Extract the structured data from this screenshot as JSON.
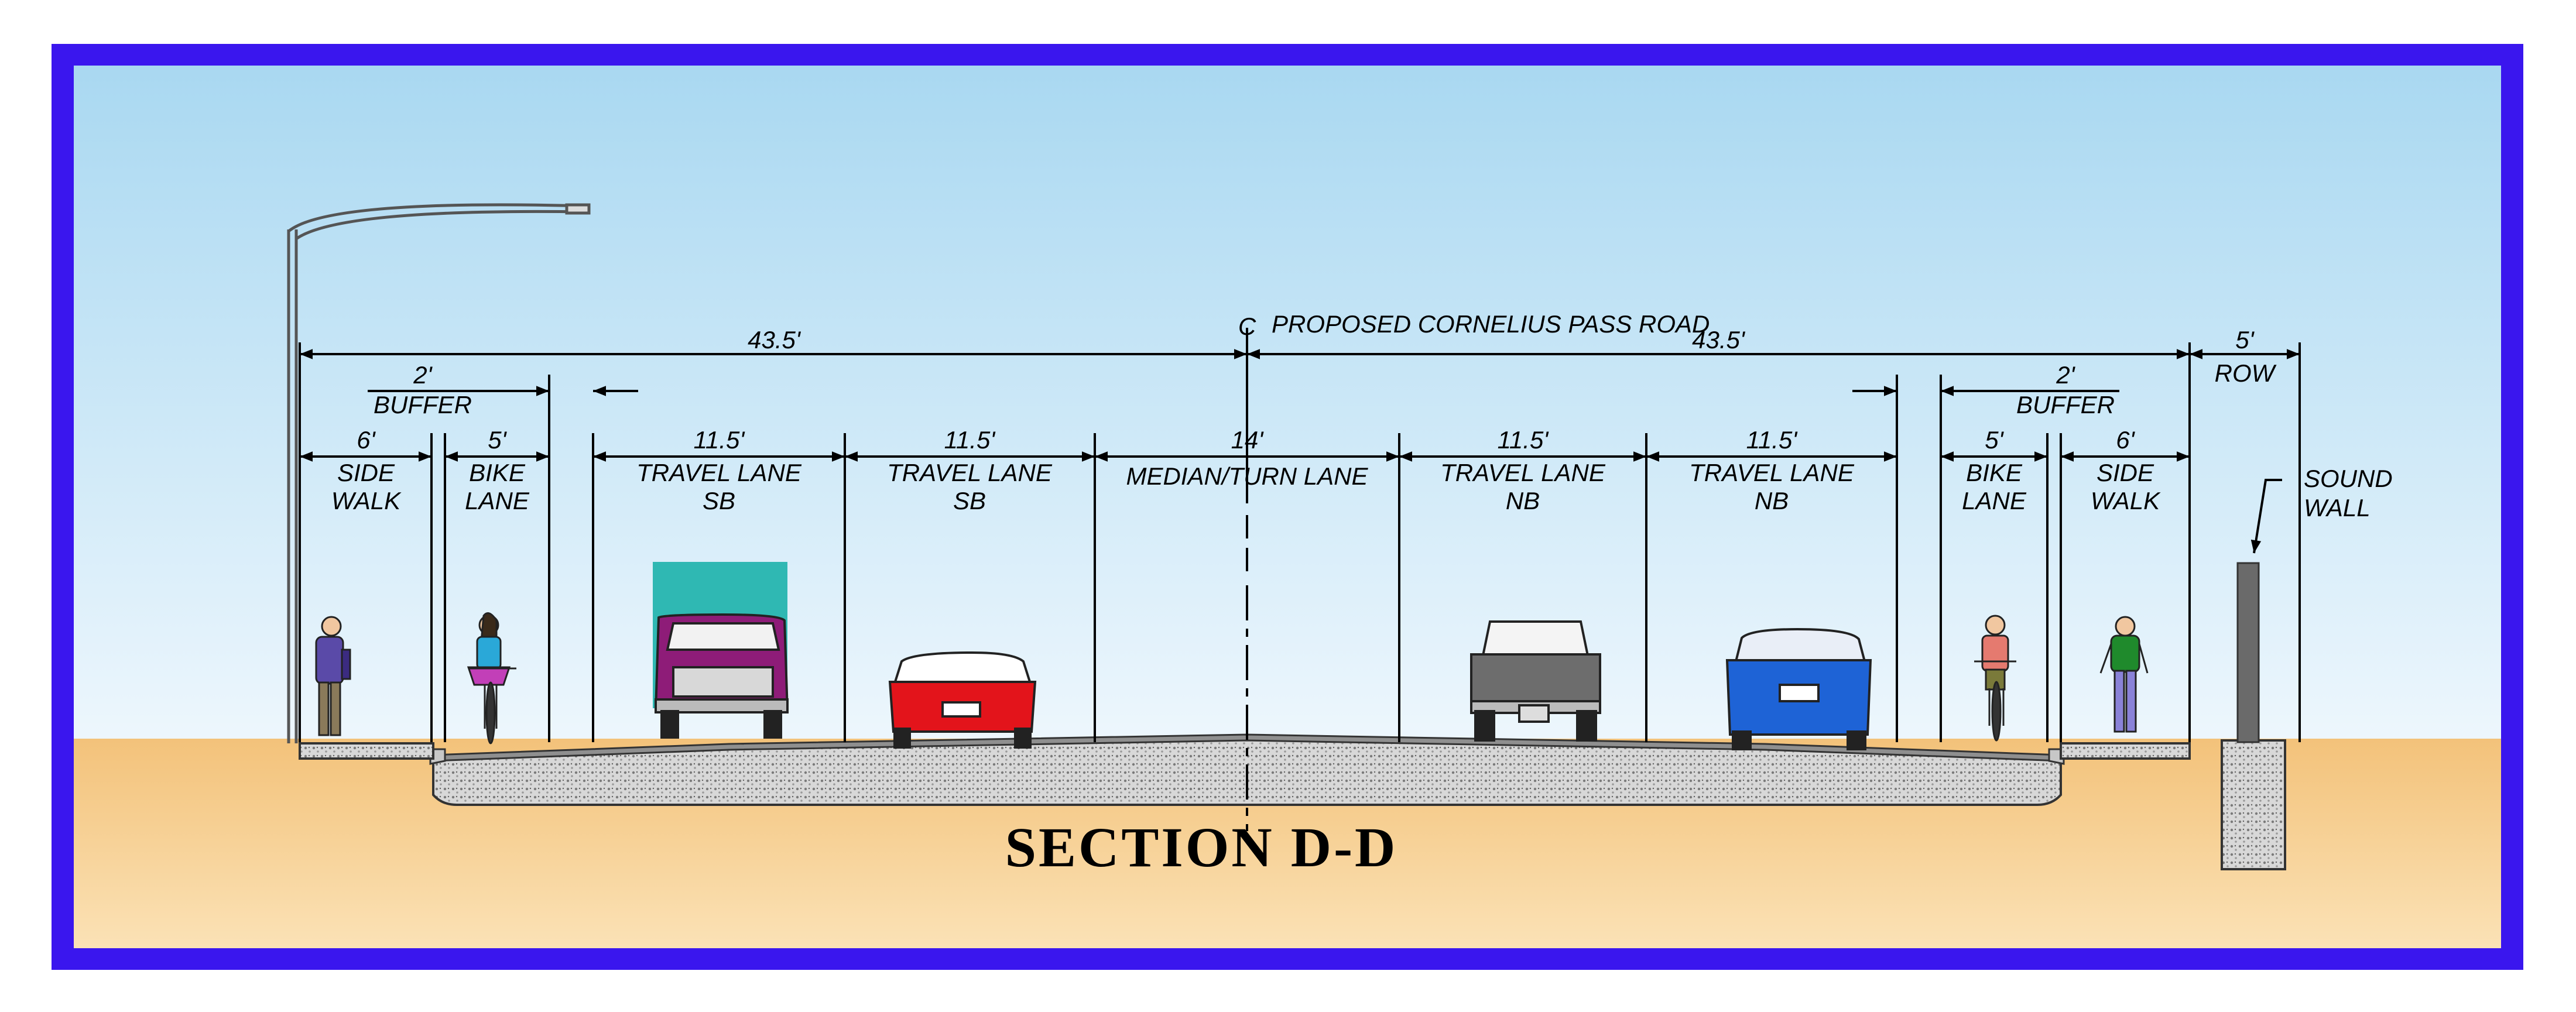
{
  "title": "SECTION D-D",
  "centerline": {
    "symbol": "C",
    "label": "PROPOSED CORNELIUS PASS ROAD"
  },
  "half_widths": {
    "left": "43.5'",
    "right": "43.5'"
  },
  "buffers": [
    {
      "dim": "2'",
      "label": "BUFFER"
    },
    {
      "dim": "2'",
      "label": "BUFFER"
    }
  ],
  "row": {
    "dim": "5'",
    "label": "ROW"
  },
  "sound_wall": {
    "line1": "SOUND",
    "line2": "WALL"
  },
  "segments": [
    {
      "dim": "6'",
      "line1": "SIDE",
      "line2": "WALK"
    },
    {
      "dim": "5'",
      "line1": "BIKE",
      "line2": "LANE"
    },
    {
      "dim": "11.5'",
      "line1": "TRAVEL LANE",
      "line2": "SB"
    },
    {
      "dim": "11.5'",
      "line1": "TRAVEL LANE",
      "line2": "SB"
    },
    {
      "dim": "14'",
      "line1": "MEDIAN/TURN LANE",
      "line2": ""
    },
    {
      "dim": "11.5'",
      "line1": "TRAVEL LANE",
      "line2": "NB"
    },
    {
      "dim": "11.5'",
      "line1": "TRAVEL LANE",
      "line2": "NB"
    },
    {
      "dim": "5'",
      "line1": "BIKE",
      "line2": "LANE"
    },
    {
      "dim": "6'",
      "line1": "SIDE",
      "line2": "WALK"
    }
  ],
  "colors": {
    "frame": "#3a16ee",
    "sky_top": "#a9d8f1",
    "sky_bottom": "#eef7fd",
    "ground_top": "#f3c27a",
    "ground_bottom": "#fbe2b6",
    "pavement": "#8f8f8f",
    "curb": "#c7c7c7",
    "truck_box": "#2fb8b3",
    "truck_cab": "#8e1c78",
    "red_car": "#e3141b",
    "blue_car": "#1e63d6",
    "gray_truck": "#6d6d6d"
  }
}
